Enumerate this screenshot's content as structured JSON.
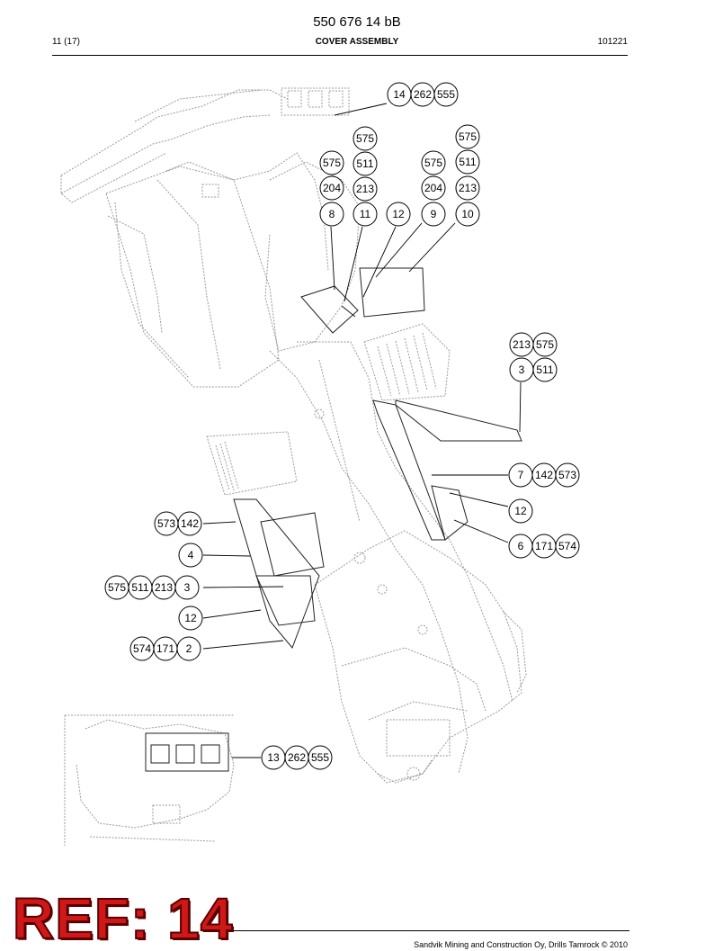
{
  "header": {
    "doc_number": "550 676 14 bB",
    "page": "11 (17)",
    "title": "COVER ASSEMBLY",
    "date_code": "101221"
  },
  "footer": {
    "copyright": "Sandvik Mining and Construction Oy, Drills Tamrock © 2010"
  },
  "stamp": {
    "text": "REF: 14",
    "color": "#d01818"
  },
  "callouts": [
    {
      "id": "c1",
      "labels": [
        "14",
        "262",
        "555"
      ]
    },
    {
      "id": "c2",
      "labels": [
        "575"
      ]
    },
    {
      "id": "c3",
      "labels": [
        "575"
      ]
    },
    {
      "id": "c4",
      "labels": [
        "575"
      ]
    },
    {
      "id": "c5",
      "labels": [
        "511"
      ]
    },
    {
      "id": "c6",
      "labels": [
        "575"
      ]
    },
    {
      "id": "c7",
      "labels": [
        "511"
      ]
    },
    {
      "id": "c8",
      "labels": [
        "204"
      ]
    },
    {
      "id": "c9",
      "labels": [
        "213"
      ]
    },
    {
      "id": "c10",
      "labels": [
        "204"
      ]
    },
    {
      "id": "c11",
      "labels": [
        "213"
      ]
    },
    {
      "id": "c12",
      "labels": [
        "8"
      ]
    },
    {
      "id": "c13",
      "labels": [
        "11"
      ]
    },
    {
      "id": "c14",
      "labels": [
        "12"
      ]
    },
    {
      "id": "c15",
      "labels": [
        "9"
      ]
    },
    {
      "id": "c16",
      "labels": [
        "10"
      ]
    },
    {
      "id": "c17",
      "labels": [
        "213",
        "575"
      ]
    },
    {
      "id": "c18",
      "labels": [
        "3",
        "511"
      ]
    },
    {
      "id": "c19",
      "labels": [
        "7",
        "142",
        "573"
      ]
    },
    {
      "id": "c20",
      "labels": [
        "12"
      ]
    },
    {
      "id": "c21",
      "labels": [
        "6",
        "171",
        "574"
      ]
    },
    {
      "id": "c22",
      "labels": [
        "573",
        "142"
      ]
    },
    {
      "id": "c23",
      "labels": [
        "4"
      ]
    },
    {
      "id": "c24",
      "labels": [
        "575",
        "511",
        "213",
        "3"
      ]
    },
    {
      "id": "c25",
      "labels": [
        "12"
      ]
    },
    {
      "id": "c26",
      "labels": [
        "574",
        "171",
        "2"
      ]
    },
    {
      "id": "c27",
      "labels": [
        "13",
        "262",
        "555"
      ]
    }
  ]
}
